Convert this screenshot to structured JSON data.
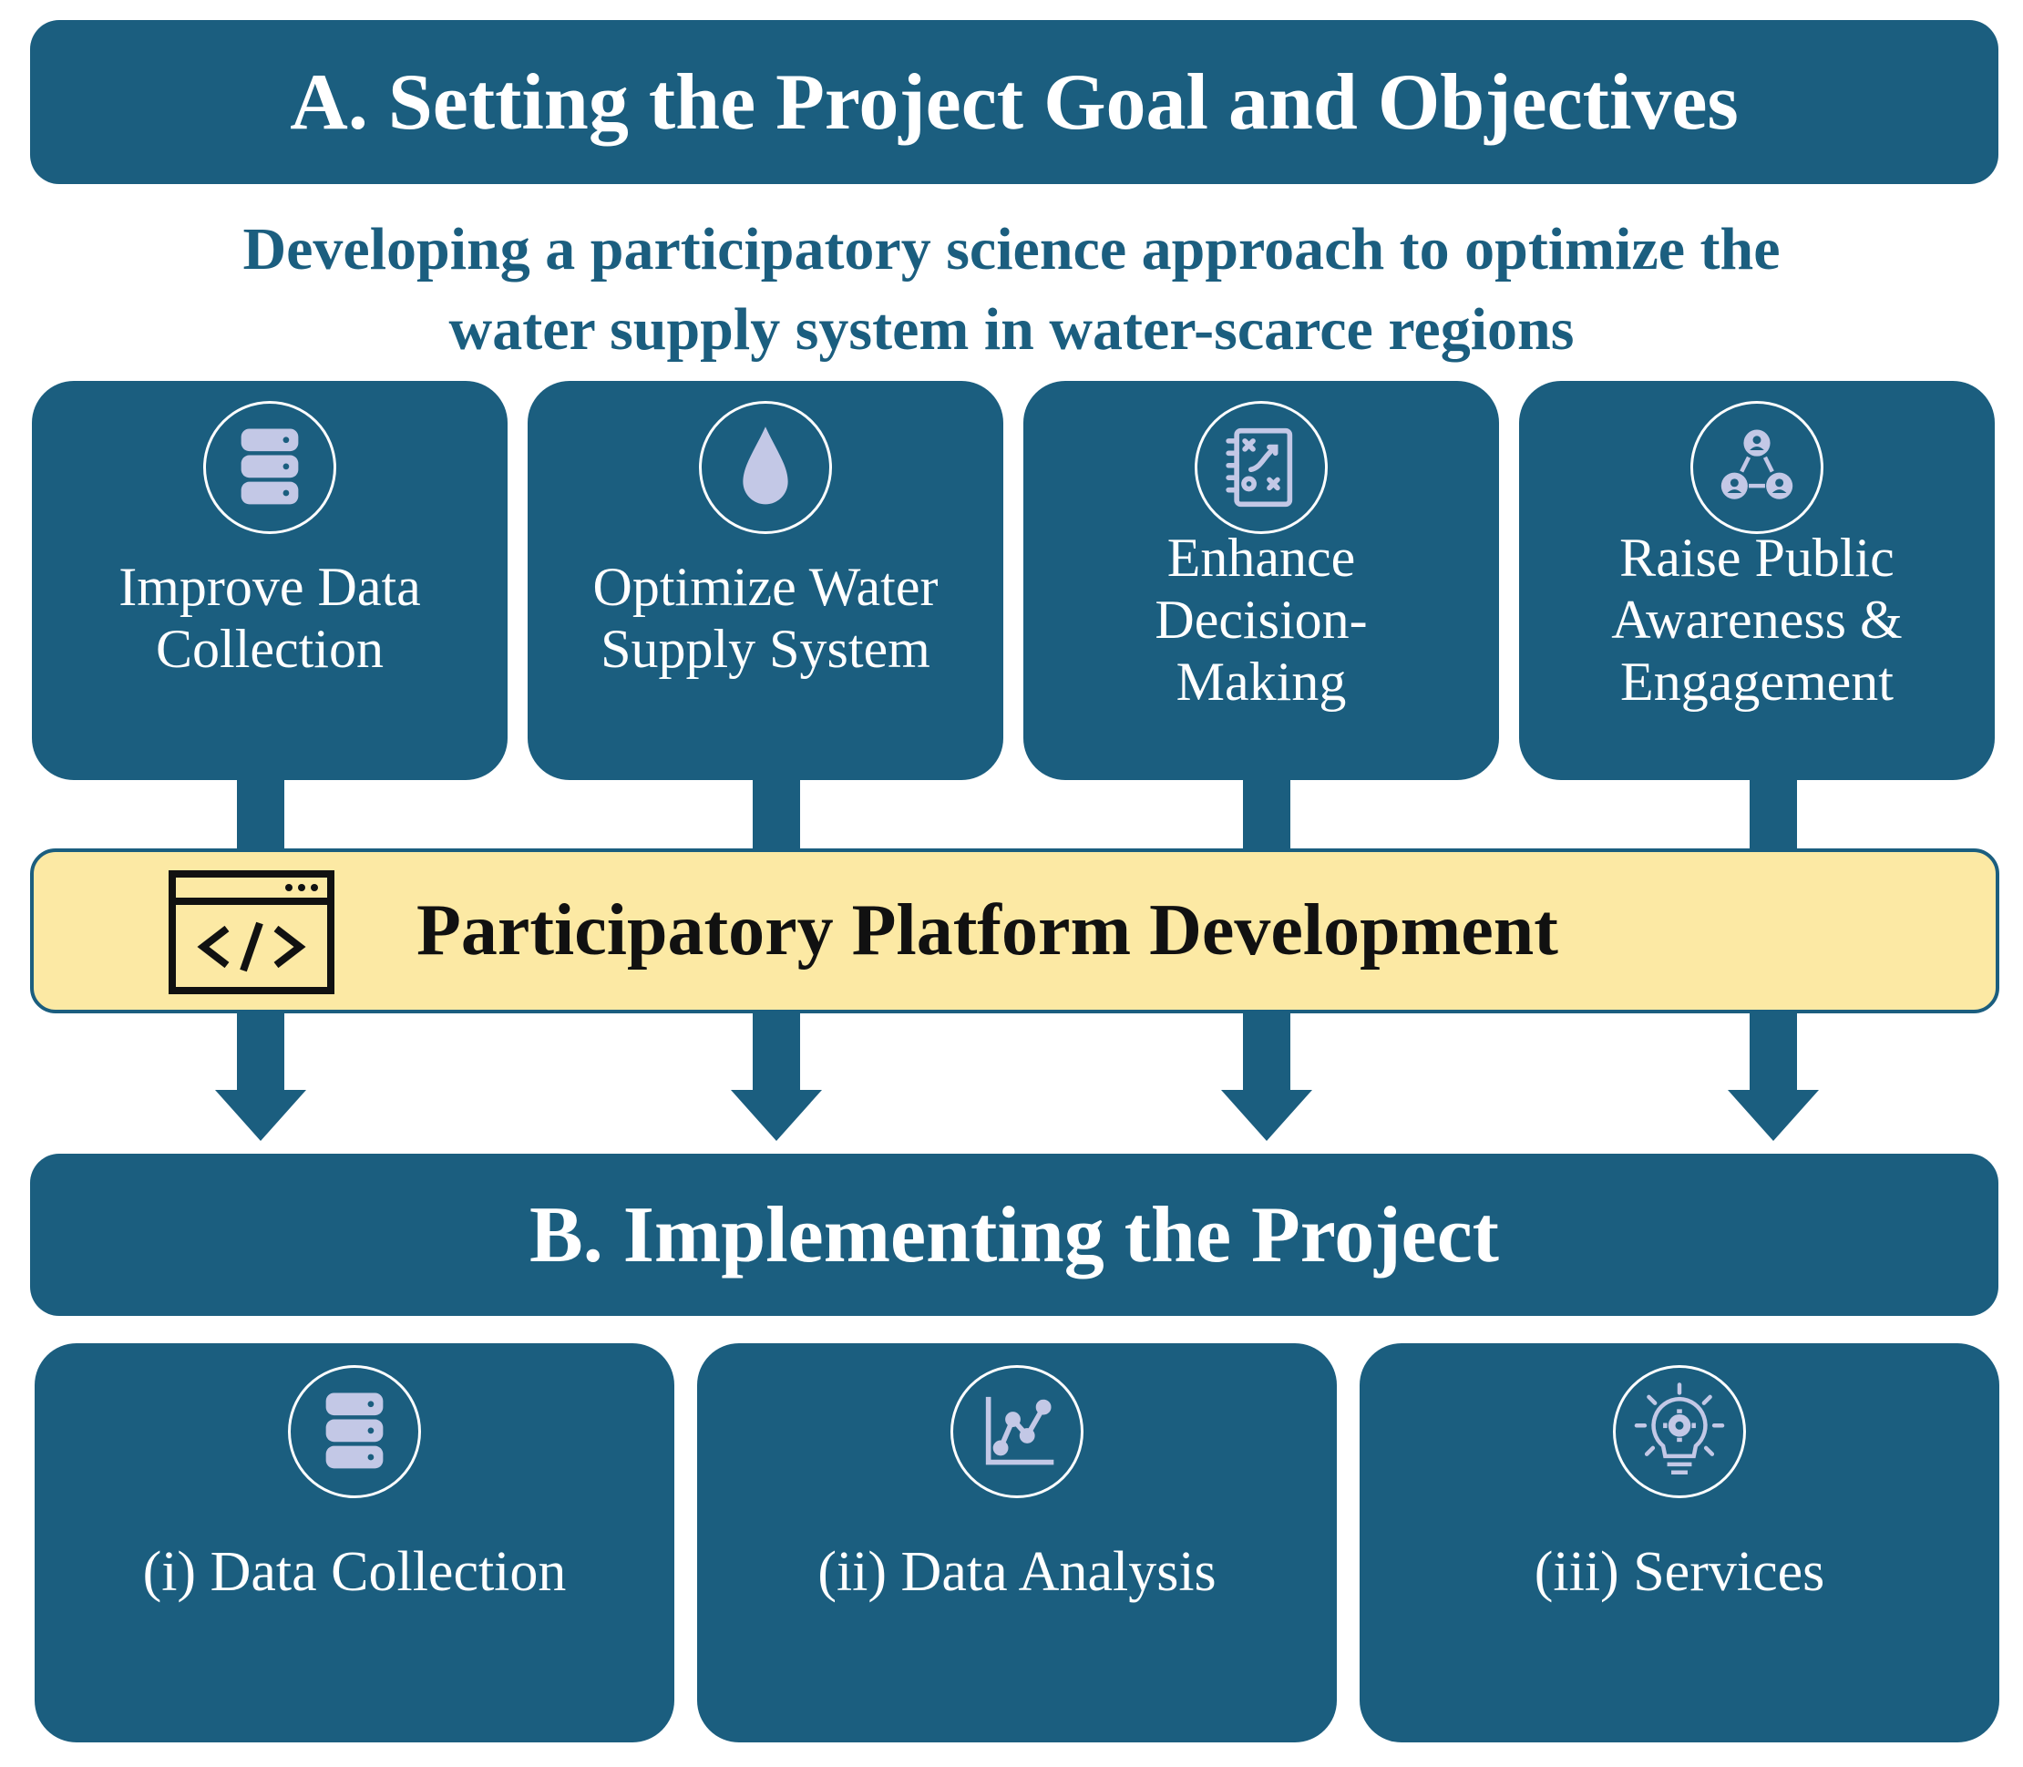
{
  "section_a": {
    "title": "A. Setting the Project Goal and Objectives"
  },
  "goal": {
    "line1": "Developing a participatory science approach to optimize the",
    "line2": "water supply system in water-scarce regions"
  },
  "objectives": [
    {
      "icon": "database-icon",
      "line1": "Improve Data",
      "line2": "Collection"
    },
    {
      "icon": "water-drop-icon",
      "line1": "Optimize Water",
      "line2": "Supply System"
    },
    {
      "icon": "strategy-board-icon",
      "line1": "Enhance",
      "line2": "Decision-",
      "line3": "Making"
    },
    {
      "icon": "community-network-icon",
      "line1": "Raise Public",
      "line2": "Awareness &",
      "line3": "Engagement"
    }
  ],
  "platform": {
    "icon": "code-window-icon",
    "label": "Participatory Platform Development"
  },
  "section_b": {
    "title": "B. Implementing the Project"
  },
  "implementation": [
    {
      "icon": "database-icon",
      "label": "(i) Data Collection"
    },
    {
      "icon": "line-chart-icon",
      "label": "(ii) Data Analysis"
    },
    {
      "icon": "lightbulb-gear-icon",
      "label": "(iii) Services"
    }
  ],
  "colors": {
    "primary": "#1b5e7f",
    "platform_fill": "#fce9a4",
    "icon_fill": "#c3c8e6",
    "text_light": "#ffffff"
  }
}
